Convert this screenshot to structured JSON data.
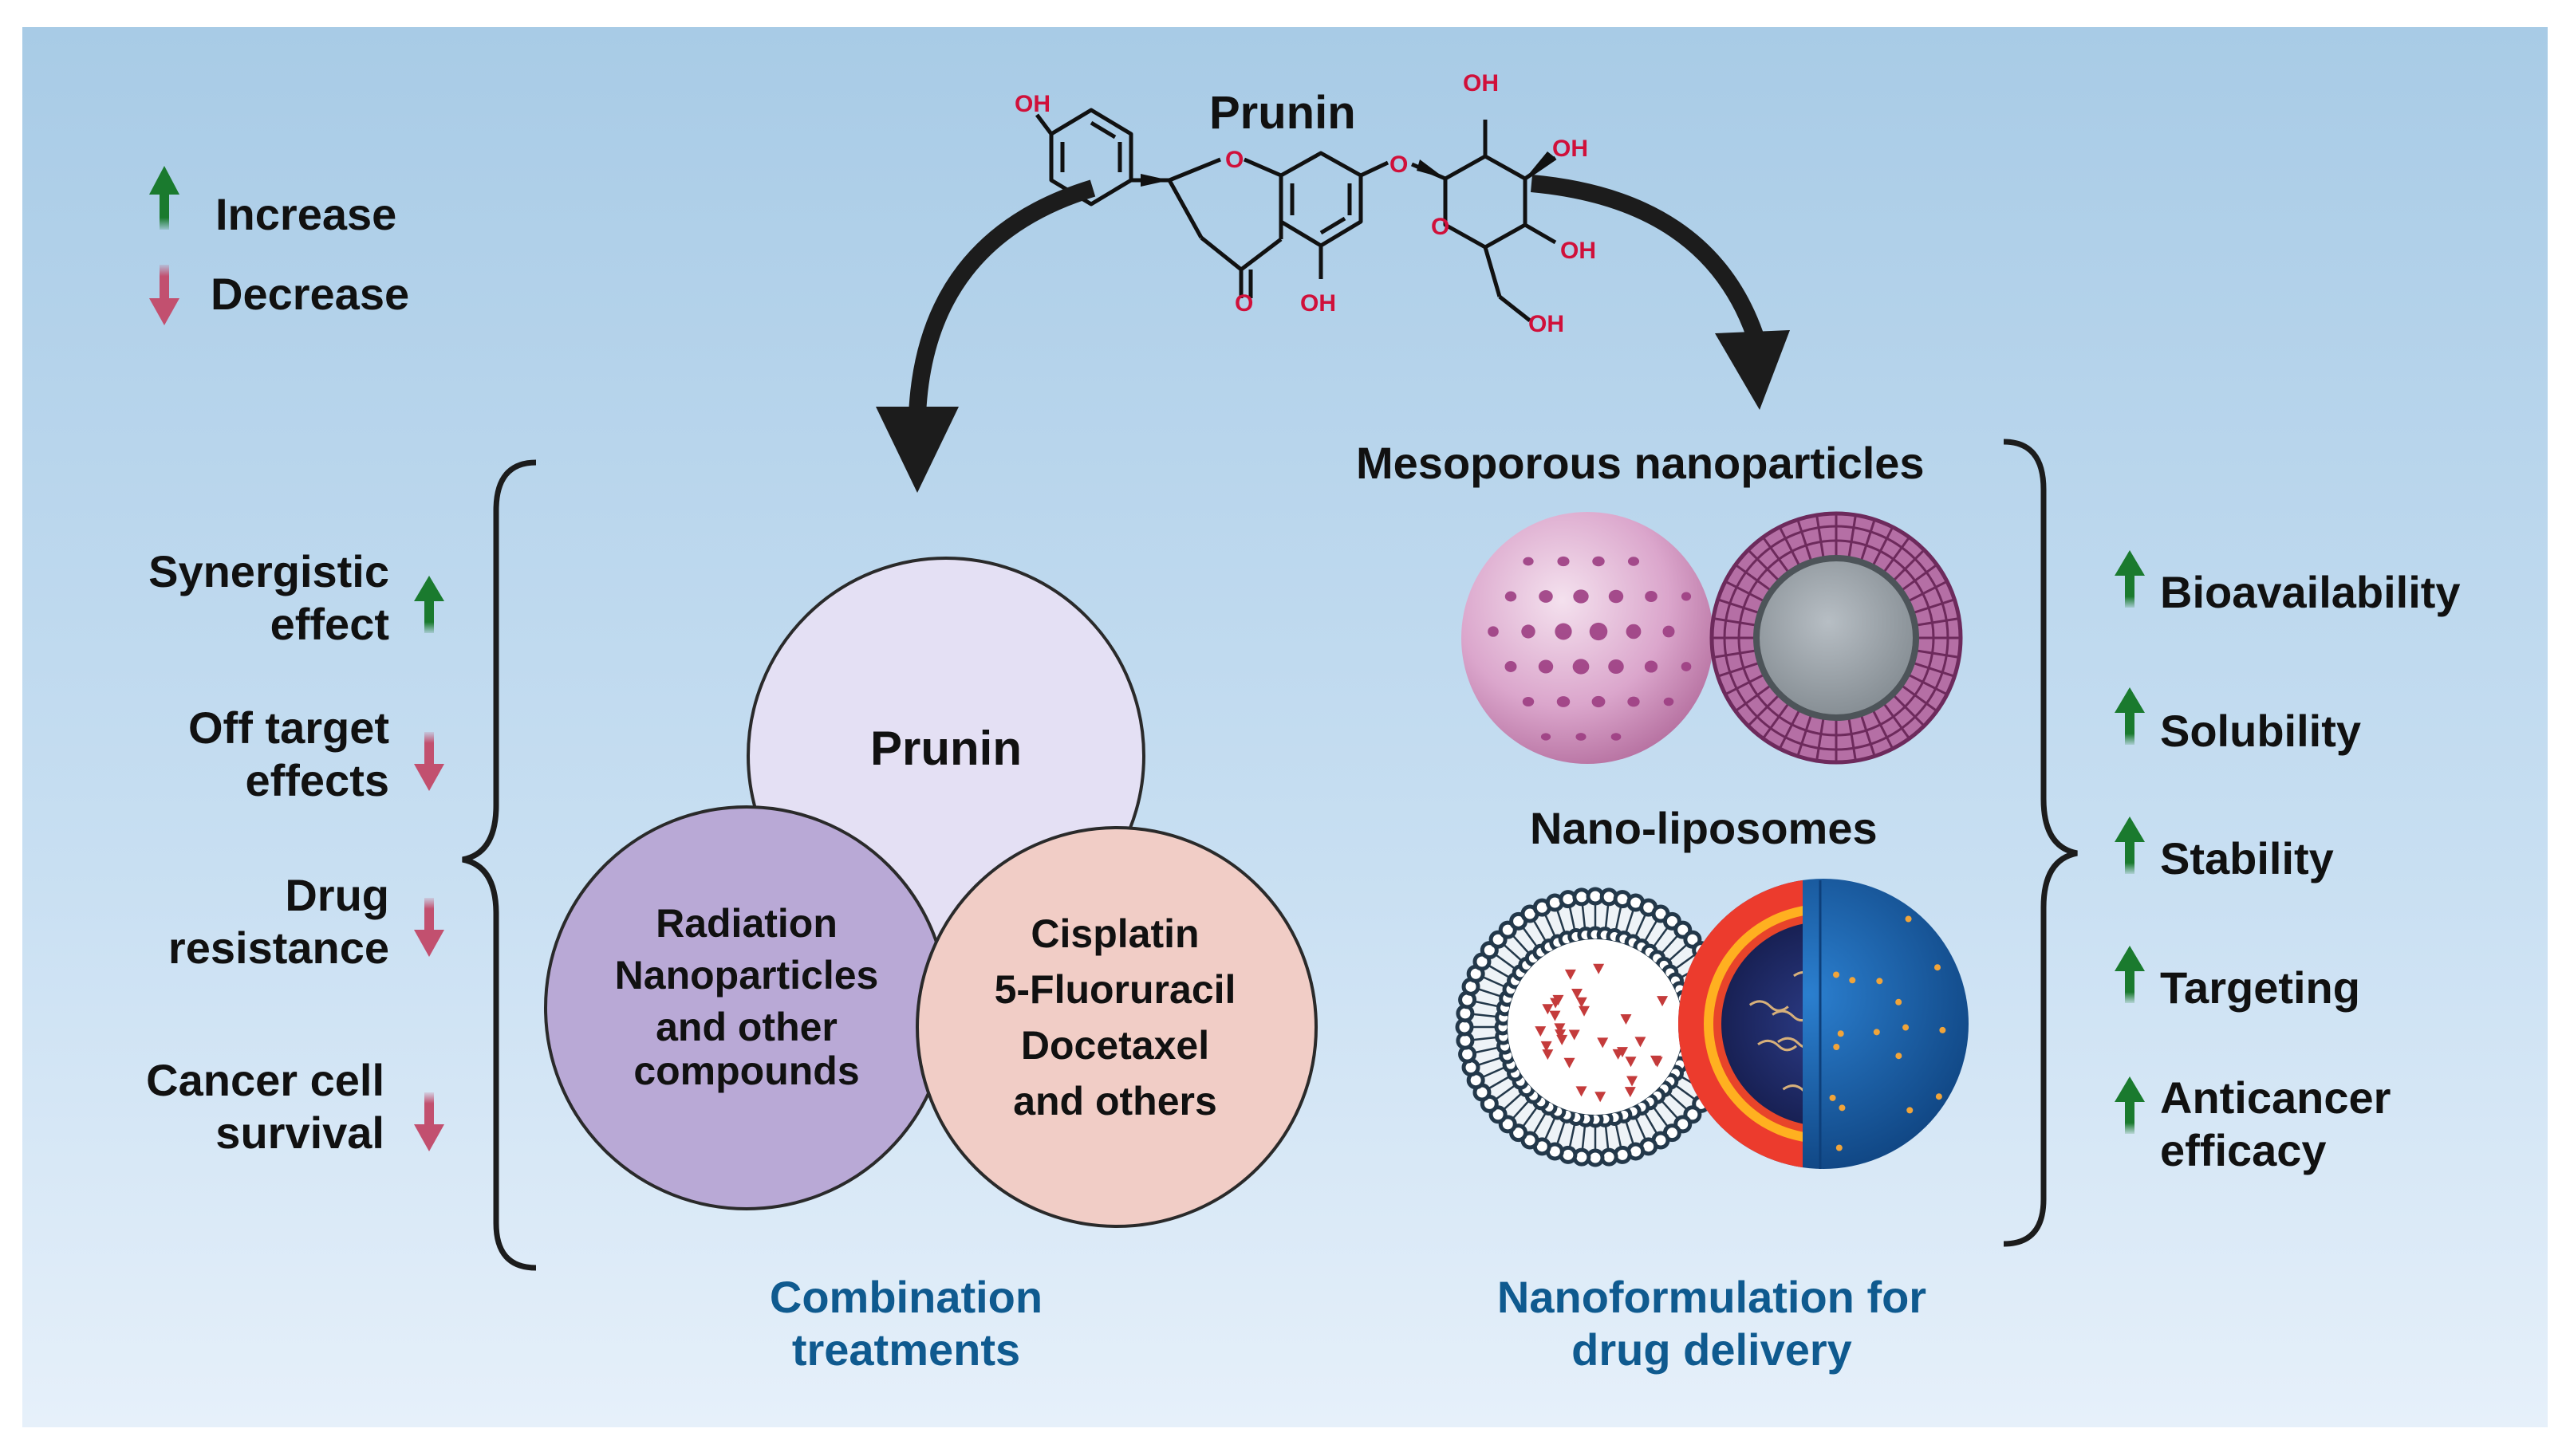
{
  "title": "Prunin",
  "legend": {
    "increase": "Increase",
    "decrease": "Decrease"
  },
  "molecule_labels": {
    "oh": "OH",
    "o": "O"
  },
  "left_effects": [
    {
      "lines": [
        "Synergistic",
        "effect"
      ],
      "direction": "increase"
    },
    {
      "lines": [
        "Off target",
        "effects"
      ],
      "direction": "decrease"
    },
    {
      "lines": [
        "Drug",
        "resistance"
      ],
      "direction": "decrease"
    },
    {
      "lines": [
        "Cancer cell",
        "survival"
      ],
      "direction": "decrease"
    }
  ],
  "venn": {
    "top": "Prunin",
    "left": [
      "Radiation",
      "Nanoparticles",
      "and other",
      "compounds"
    ],
    "right": [
      "Cisplatin",
      "5-Fluoruracil",
      "Docetaxel",
      "and others"
    ]
  },
  "nano": {
    "mesoporous": "Mesoporous nanoparticles",
    "liposomes": "Nano-liposomes"
  },
  "right_effects": [
    {
      "lines": [
        "Bioavailability"
      ],
      "direction": "increase"
    },
    {
      "lines": [
        "Solubility"
      ],
      "direction": "increase"
    },
    {
      "lines": [
        "Stability"
      ],
      "direction": "increase"
    },
    {
      "lines": [
        "Targeting"
      ],
      "direction": "increase"
    },
    {
      "lines": [
        "Anticancer",
        "efficacy"
      ],
      "direction": "increase"
    }
  ],
  "captions": {
    "combination": [
      "Combination",
      "treatments"
    ],
    "nanoformulation": [
      "Nanoformulation for",
      "drug delivery"
    ]
  },
  "colors": {
    "increase_arrow": "#1a7a2e",
    "decrease_arrow": "#c2506f",
    "caption": "#0f5a8f",
    "venn_top": "#e4e0f4",
    "venn_left": "#b9a9d6",
    "venn_right": "#f1cdc6"
  }
}
